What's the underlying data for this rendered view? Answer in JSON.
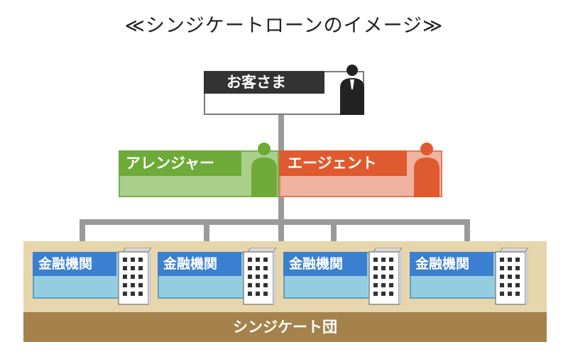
{
  "title": "≪シンジケートローンのイメージ≫",
  "customer": {
    "label": "お客さま"
  },
  "arranger": {
    "label": "アレンジャー"
  },
  "agent": {
    "label": "エージェント"
  },
  "syndicate": {
    "label": "シンジケート団",
    "banks": [
      {
        "label": "金融機関"
      },
      {
        "label": "金融機関"
      },
      {
        "label": "金融機関"
      },
      {
        "label": "金融機関"
      }
    ]
  },
  "colors": {
    "customer": "#333333",
    "arranger": "#6eaa38",
    "agent": "#e05a30",
    "bank": "#3b7fd0",
    "syndicate": "#a5824c"
  }
}
